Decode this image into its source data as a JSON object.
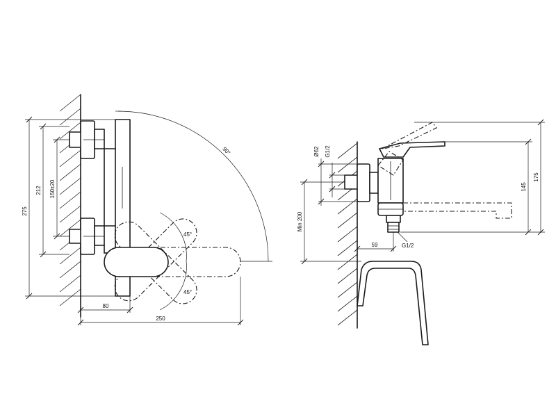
{
  "front_view": {
    "dim_total_height": "275",
    "dim_height": "212",
    "dim_spacing": "150±20",
    "dim_angle_top": "90°",
    "dim_angle_45_upper": "45°",
    "dim_angle_45_lower": "45°",
    "dim_depth": "80",
    "dim_length": "250"
  },
  "side_view": {
    "dim_diameter": "Ø62",
    "dim_thread_top": "G1/2",
    "dim_min_height": "Min 200",
    "dim_height_145": "145",
    "dim_height_175": "175",
    "dim_offset": "59",
    "dim_thread_bottom": "G1/2"
  }
}
